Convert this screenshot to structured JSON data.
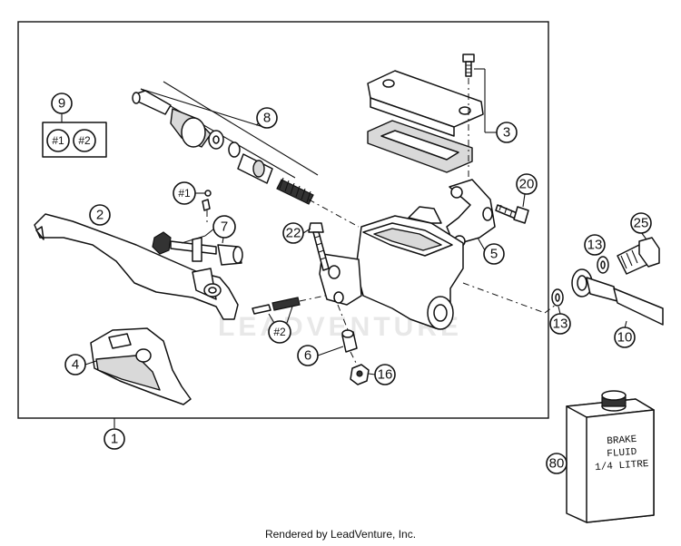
{
  "watermark": "LEADVENTURE",
  "footer": "Rendered by LeadVenture, Inc.",
  "bottle_label": [
    "BRAKE",
    "FLUID",
    "1/4 LITRE"
  ],
  "callouts": {
    "c1": "1",
    "c2": "2",
    "c3": "3",
    "c4": "4",
    "c5": "5",
    "c6": "6",
    "c7": "7",
    "c8": "8",
    "c9": "9",
    "c10": "10",
    "c13a": "13",
    "c13b": "13",
    "c16": "16",
    "c20": "20",
    "c22": "22",
    "c25": "25",
    "c80": "80",
    "kit1_top": "#1",
    "kit2": "#2",
    "kit1_pin": "#1",
    "kit2_pin": "#2"
  }
}
